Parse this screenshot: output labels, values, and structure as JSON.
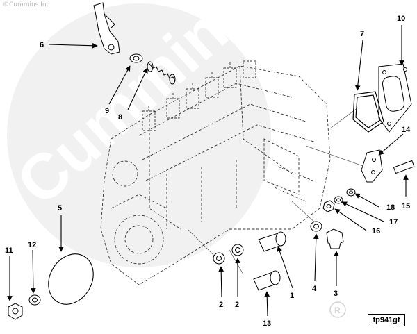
{
  "copyright": "©Cummins Inc",
  "watermark": "Cummins",
  "figure_code": "fp941gf",
  "callouts": [
    "6",
    "9",
    "8",
    "10",
    "7",
    "14",
    "5",
    "18",
    "15",
    "17",
    "16",
    "11",
    "12",
    "2",
    "2",
    "4",
    "3",
    "1",
    "13"
  ]
}
